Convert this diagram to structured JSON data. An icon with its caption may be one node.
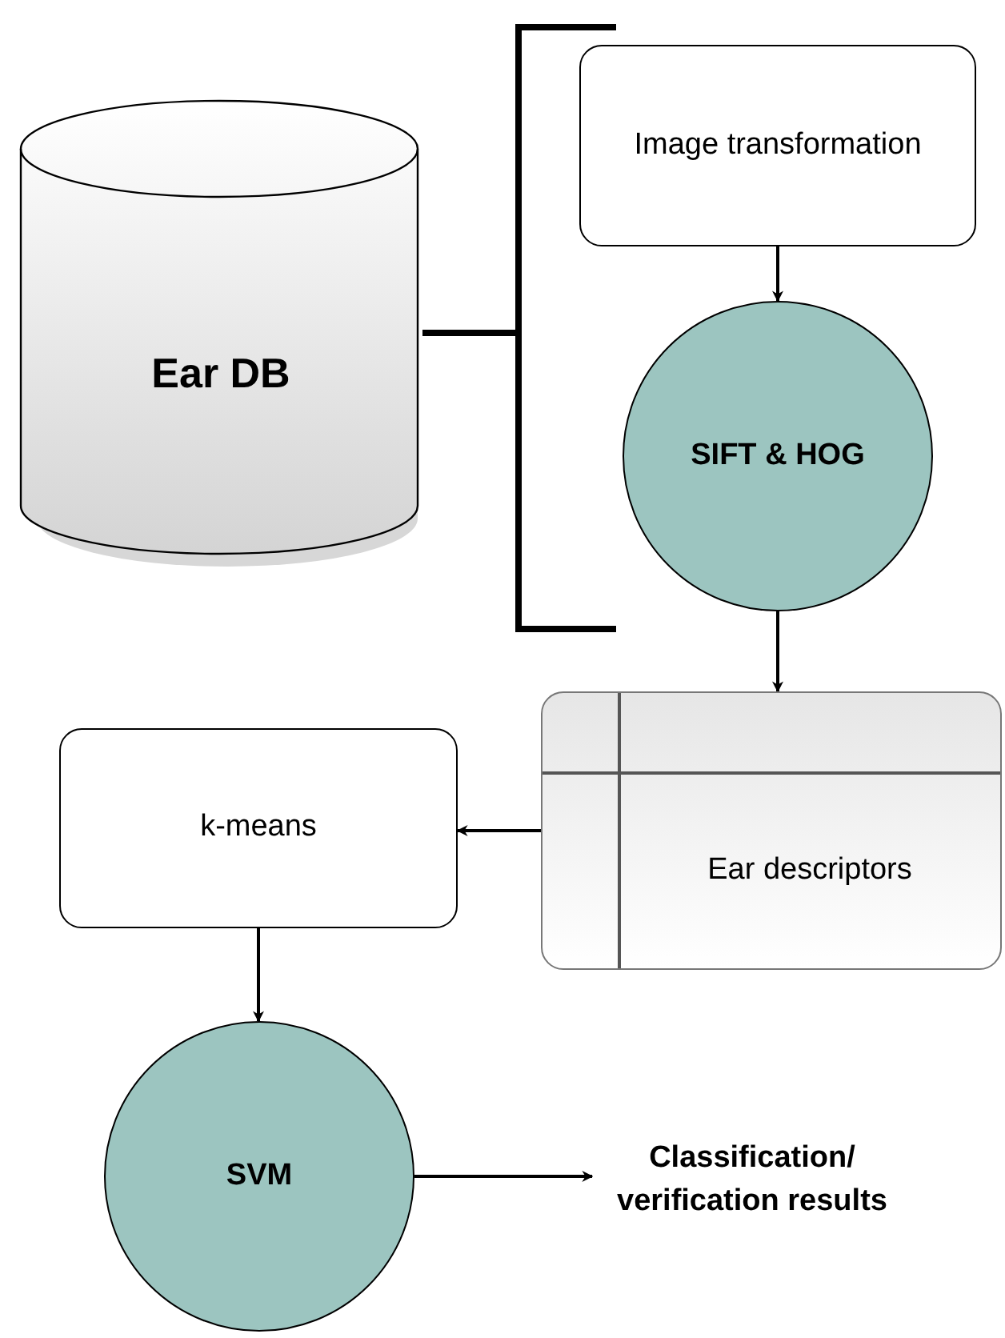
{
  "diagram": {
    "nodes": [
      {
        "text": [
          "Ear DB"
        ]
      },
      {
        "text": [],
        "shape": "bracket"
      },
      {
        "text": [
          "Image transformation"
        ]
      },
      {
        "text": [
          "SIFT & HOG"
        ]
      },
      {
        "text": [
          "Ear descriptors"
        ]
      },
      {
        "text": [
          "k-means"
        ]
      },
      {
        "text": [
          "SVM"
        ]
      },
      {
        "text": [
          "Classification/ verification results"
        ]
      }
    ],
    "edges": [
      {
        "from": 0,
        "to": 1,
        "arrow": "none",
        "style": "thick"
      },
      {
        "from": 2,
        "to": 3,
        "arrow": "to"
      },
      {
        "from": 3,
        "to": 4,
        "arrow": "to"
      },
      {
        "from": 4,
        "to": 5,
        "arrow": "to"
      },
      {
        "from": 5,
        "to": 6,
        "arrow": "to"
      },
      {
        "from": 6,
        "to": 7,
        "arrow": "to"
      }
    ]
  }
}
